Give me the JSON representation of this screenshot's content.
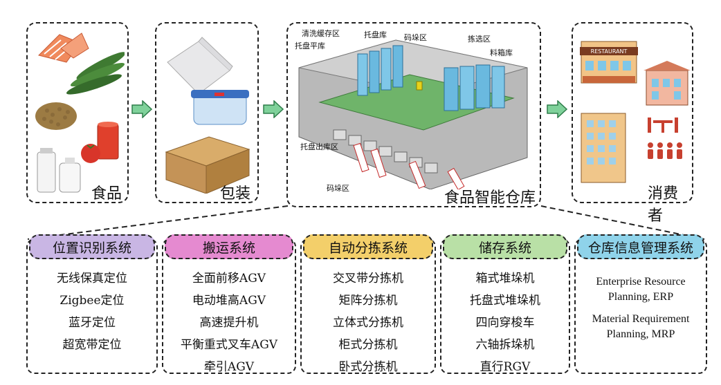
{
  "flow": {
    "food_label": "食品",
    "packaging_label": "包装",
    "warehouse_label": "食品智能仓库",
    "consumer_label": "消费者"
  },
  "warehouse_callouts": {
    "clean_buffer": "清洗缓存区",
    "pallet_store": "托盘库",
    "stacking_top": "码垛区",
    "picking": "拣选区",
    "pallet_flat": "托盘平库",
    "bin_store": "料箱库",
    "pallet_out": "托盘出库区",
    "stacking_bottom": "码垛区"
  },
  "restaurant_sign": "RESTAURANT",
  "systems": [
    {
      "title": "位置识别系统",
      "color": "#c9b6e4",
      "items": [
        "无线保真定位",
        "Zigbee定位",
        "蓝牙定位",
        "超宽带定位"
      ]
    },
    {
      "title": "搬运系统",
      "color": "#e58ad0",
      "items": [
        "全面前移AGV",
        "电动堆高AGV",
        "高速提升机",
        "平衡重式叉车AGV",
        "牵引AGV"
      ]
    },
    {
      "title": "自动分拣系统",
      "color": "#f3cf6a",
      "items": [
        "交叉带分拣机",
        "矩阵分拣机",
        "立体式分拣机",
        "柜式分拣机",
        "卧式分拣机"
      ]
    },
    {
      "title": "储存系统",
      "color": "#b9e0a6",
      "items": [
        "箱式堆垛机",
        "托盘式堆垛机",
        "四向穿梭车",
        "六轴拆垛机",
        "直行RGV"
      ]
    },
    {
      "title": "仓库信息管理系统",
      "color": "#8fd3ea",
      "items": [
        "Enterprise Resource Planning, ERP",
        "Material Requirement Planning, MRP"
      ]
    }
  ],
  "colors": {
    "arrow_fill": "#7fd19a",
    "arrow_stroke": "#2e7d4a"
  }
}
